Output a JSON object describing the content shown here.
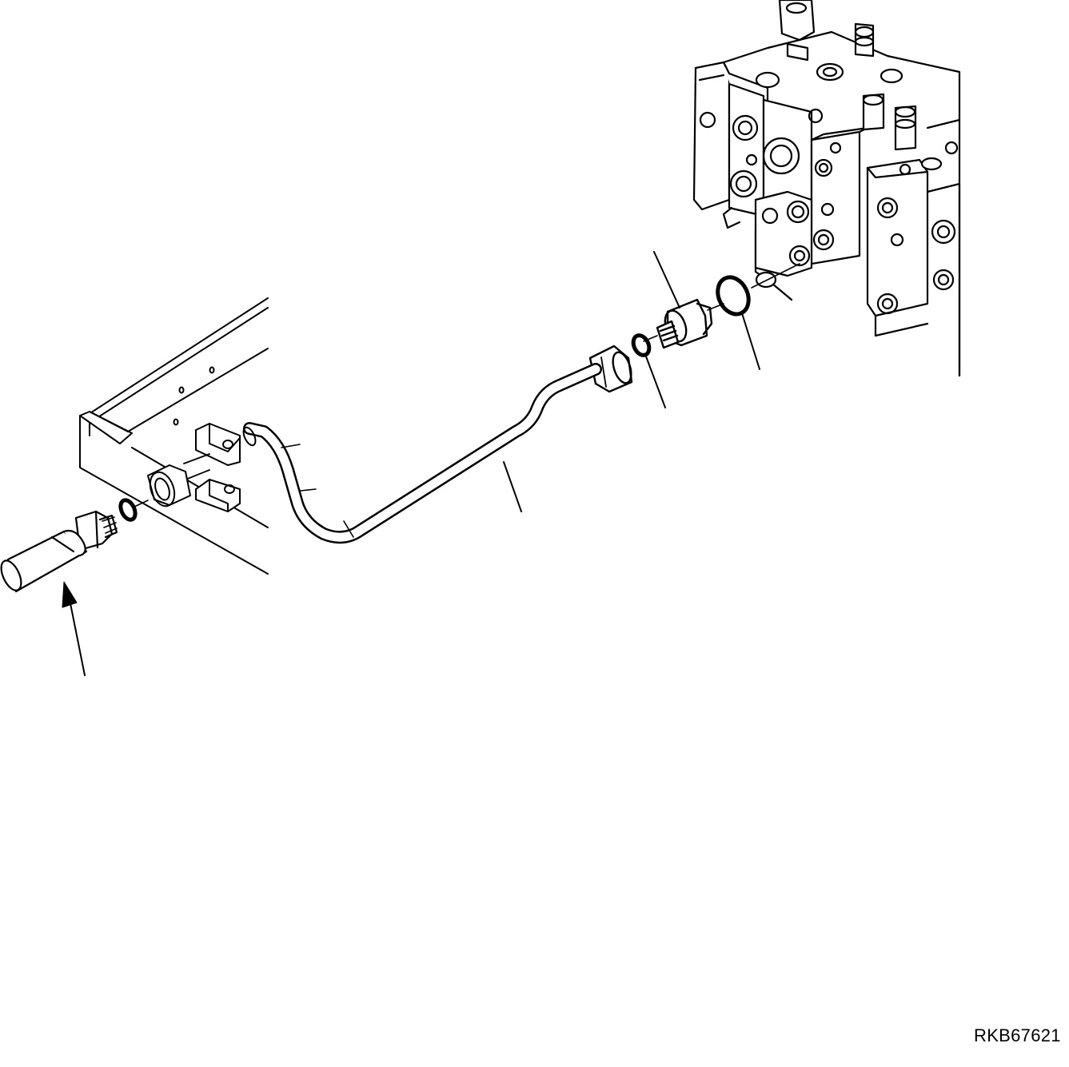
{
  "diagram": {
    "drawing_code": "RKB67621",
    "line_color": "#000000",
    "background": "#ffffff",
    "parts": [
      {
        "name": "control-valve",
        "icon": "valve-block-icon"
      },
      {
        "name": "large-o-ring",
        "icon": "o-ring-icon"
      },
      {
        "name": "adapter-fitting",
        "icon": "adapter-icon"
      },
      {
        "name": "small-o-ring",
        "icon": "o-ring-icon"
      },
      {
        "name": "tube",
        "icon": "pipe-icon"
      },
      {
        "name": "hose-fitting",
        "icon": "hose-icon"
      },
      {
        "name": "frame-plate",
        "icon": "bracket-icon"
      }
    ]
  }
}
